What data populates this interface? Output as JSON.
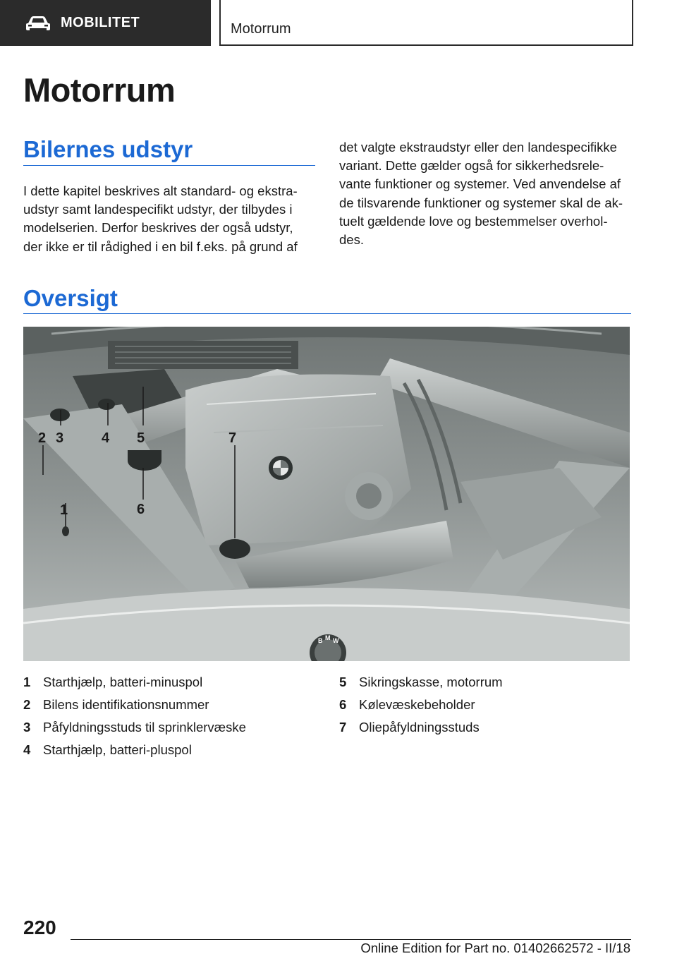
{
  "header": {
    "section_label": "MOBILITET",
    "page_topic": "Motorrum",
    "icon": "car-icon"
  },
  "page": {
    "title": "Motorrum",
    "number": "220"
  },
  "intro": {
    "heading": "Bilernes udstyr",
    "col1": "I dette kapitel beskrives alt standard- og ekstra-\nudstyr samt landespecifikt udstyr, der tilbydes i\nmodelserien. Derfor beskrives der også udstyr,\nder ikke er til rådighed i en bil f.eks. på grund af",
    "col2": "det valgte ekstraudstyr eller den landespecifikke\nvariant. Dette gælder også for sikkerhedsrele-\nvante funktioner og systemer. Ved anvendelse af\nde tilsvarende funktioner og systemer skal de ak-\ntuelt gældende love og bestemmelser overhol-\ndes."
  },
  "overview": {
    "heading": "Oversigt",
    "callouts": [
      "1",
      "2",
      "3",
      "4",
      "5",
      "6",
      "7"
    ],
    "badge_letters": [
      "B",
      "M",
      "W"
    ],
    "legend_left": [
      {
        "num": "1",
        "text": "Starthjælp, batteri-minuspol"
      },
      {
        "num": "2",
        "text": "Bilens identifikationsnummer"
      },
      {
        "num": "3",
        "text": "Påfyldningsstuds til sprinklervæske"
      },
      {
        "num": "4",
        "text": "Starthjælp, batteri-pluspol"
      }
    ],
    "legend_right": [
      {
        "num": "5",
        "text": "Sikringskasse, motorrum"
      },
      {
        "num": "6",
        "text": "Kølevæskebeholder"
      },
      {
        "num": "7",
        "text": "Oliepåfyldningsstuds"
      }
    ]
  },
  "footer": {
    "edition": "Online Edition for Part no. 01402662572 - II/18"
  },
  "colors": {
    "accent": "#1c69d4",
    "header_bg": "#2b2b2b"
  }
}
